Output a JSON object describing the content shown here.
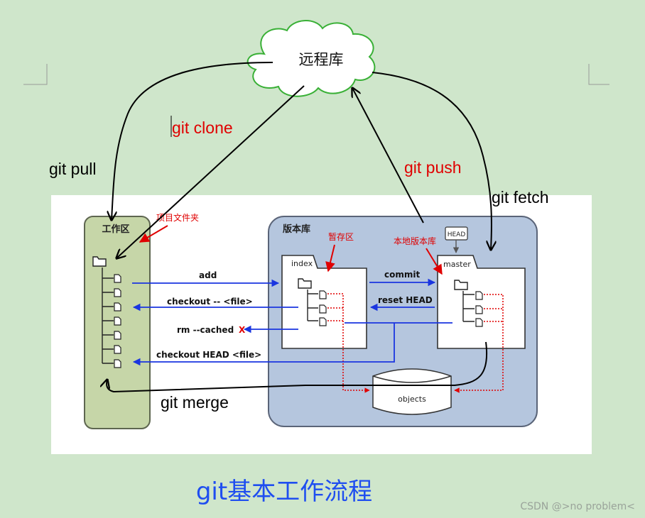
{
  "remote": {
    "label": "远程库"
  },
  "commands": {
    "clone": "git clone",
    "pull": "git pull",
    "push": "git push",
    "fetch": "git fetch",
    "merge": "git merge"
  },
  "workspace": {
    "title": "工作区",
    "annotation": "项目文件夹"
  },
  "repository": {
    "title": "版本库",
    "index": "index",
    "index_annotation": "暂存区",
    "master": "master",
    "master_annotation": "本地版本库",
    "head": "HEAD",
    "objects": "objects"
  },
  "ops": {
    "add": "add",
    "checkout_file": "checkout -- <file>",
    "rm_cached": "rm --cached",
    "rm_cached_mark": "X",
    "checkout_head": "checkout HEAD <file>",
    "commit": "commit",
    "reset_head": "reset HEAD"
  },
  "caption": "git基本工作流程",
  "watermark": "CSDN @>no problem<",
  "colors": {
    "background": "#cfe6cb",
    "workspace_fill": "#c6d6a8",
    "repo_fill": "#b5c6de",
    "red_text": "#e00000",
    "blue_arrow": "#1a35e0",
    "caption": "#1f4ef0"
  }
}
